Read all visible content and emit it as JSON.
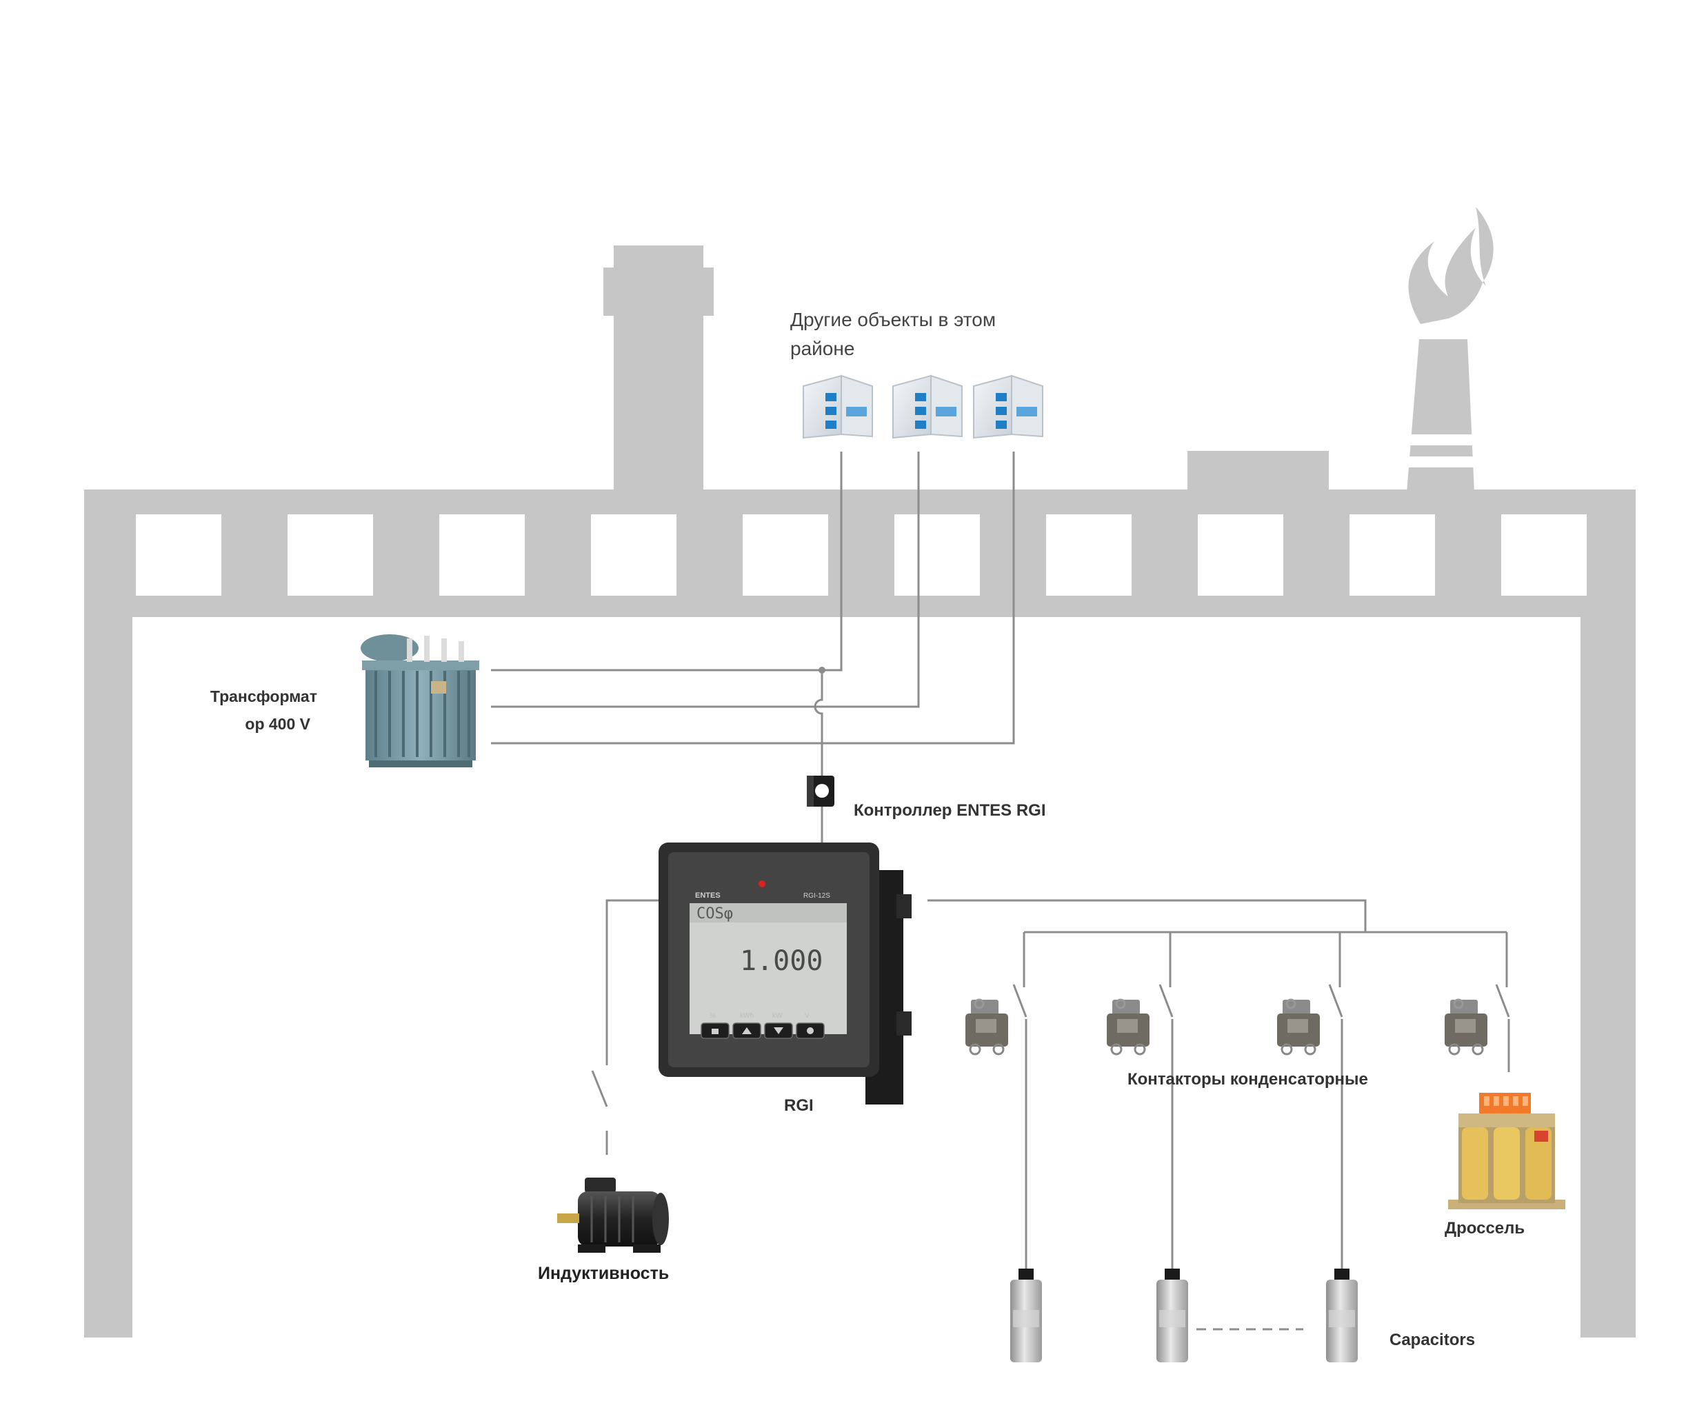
{
  "labels": {
    "other_objects": "Другие объекты в этом районе",
    "transformer_line1": "Трансформат",
    "transformer_line2": "ор 400 V",
    "controller": "Контроллер ENTES RGI",
    "rgi": "RGI",
    "contactors": "Контакторы конденсаторные",
    "inductance": "Индуктивность",
    "choke": "Дроссель",
    "capacitors": "Capacitors"
  },
  "device": {
    "brand": "ENTES",
    "model": "RGI-12S",
    "display_top": "COSφ",
    "display_value": "1.000",
    "button_labels": [
      "%",
      "kWh",
      "kW",
      "V"
    ]
  },
  "colors": {
    "building_gray": "#c6c6c6",
    "wire_gray": "#8c8c8c",
    "device_dark": "#2e2e2e",
    "lcd": "#cfd2cf"
  },
  "icons": {
    "transformer": "transformer-icon",
    "current_transformer": "current-transformer-icon",
    "controller": "controller-device-icon",
    "motor": "motor-icon",
    "contactor": "contactor-icon",
    "choke": "choke-icon",
    "capacitor": "capacitor-icon",
    "building": "building-icon"
  }
}
